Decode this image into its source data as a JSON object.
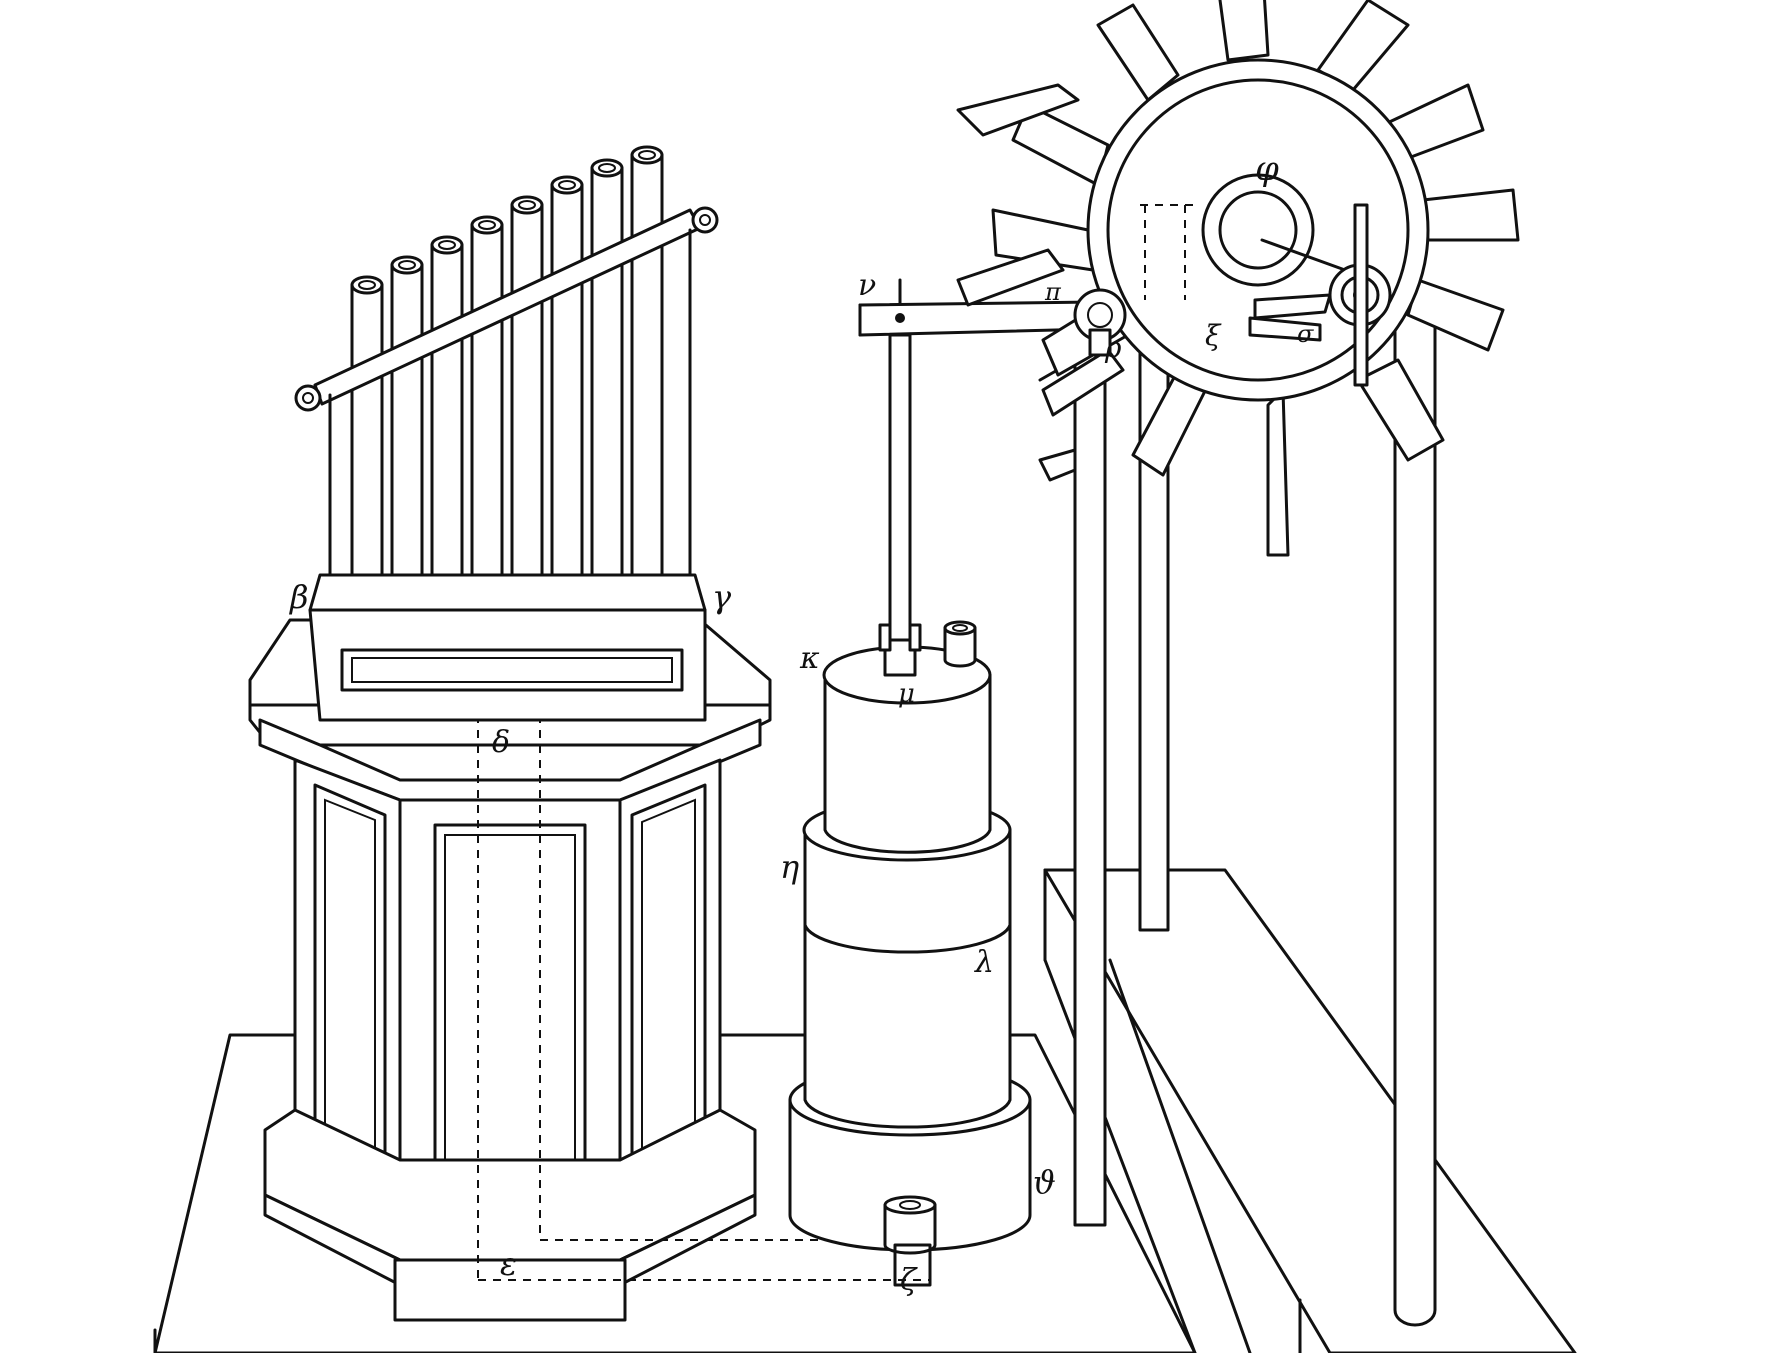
{
  "figure": {
    "labels": {
      "beta": "β",
      "gamma": "γ",
      "delta": "δ",
      "epsilon": "ε",
      "zeta_base": "ζ",
      "zeta_wheel": "ξ",
      "eta": "η",
      "theta": "ϑ",
      "kappa": "κ",
      "lambda": "λ",
      "mu": "μ",
      "nu": "ν",
      "xi_arm": "π",
      "rho": "ρ",
      "phi": "φ",
      "omicron": "σ"
    }
  }
}
